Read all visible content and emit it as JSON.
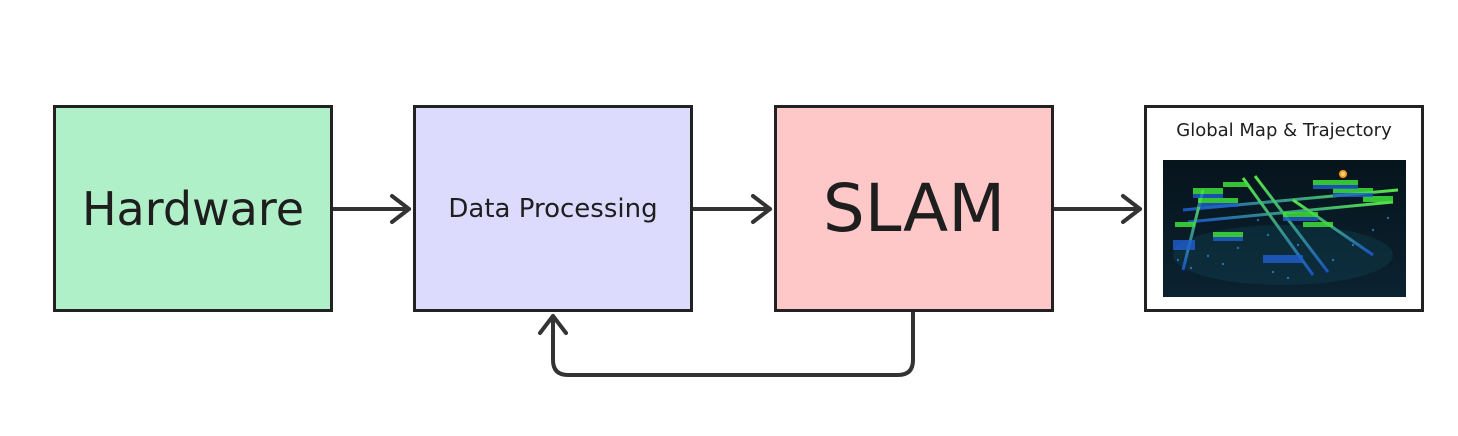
{
  "diagram": {
    "nodes": {
      "hardware": {
        "label": "Hardware",
        "fill": "#b0f0c8"
      },
      "data_processing": {
        "label": "Data Processing",
        "fill": "#dcdafd"
      },
      "slam": {
        "label": "SLAM",
        "fill": "#ffc8c8"
      },
      "output": {
        "label": "Global Map & Trajectory",
        "fill": "#ffffff"
      }
    },
    "edges": [
      {
        "from": "Hardware",
        "to": "Data Processing"
      },
      {
        "from": "Data Processing",
        "to": "SLAM"
      },
      {
        "from": "SLAM",
        "to": "Global Map & Trajectory"
      },
      {
        "from": "SLAM",
        "to": "Data Processing"
      }
    ],
    "colors": {
      "stroke": "#222222",
      "arrow": "#333333",
      "map_background": "#0a1c26",
      "map_points_primary": "#3fe03a",
      "map_points_secondary": "#1f5fd0",
      "map_highlight": "#ff9a1a"
    }
  }
}
